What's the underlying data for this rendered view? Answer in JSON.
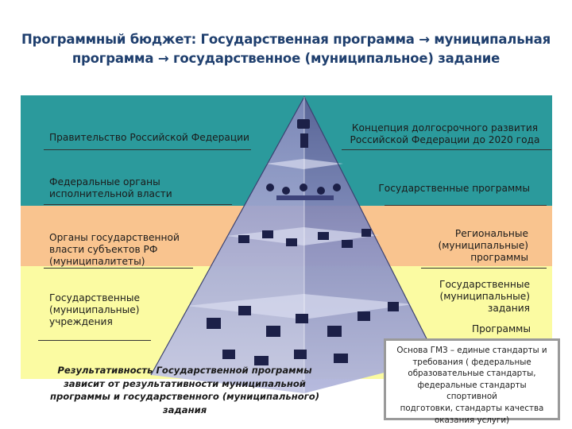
{
  "title": {
    "line1": "Программный бюджет: Государственная программа → муниципальная",
    "line2": "программа → государственное (муниципальное) задание"
  },
  "colors": {
    "teal_band": "#2b9a9c",
    "peach_band": "#f9c48f",
    "yellow_band": "#fbfba2",
    "title_text": "#1f3f6e"
  },
  "left_labels": [
    {
      "lines": [
        "Правительство Российской Федерации"
      ]
    },
    {
      "lines": [
        "Федеральные органы",
        "исполнительной власти"
      ]
    },
    {
      "lines": [
        "Органы государственной",
        "власти субъектов РФ",
        "(муниципалитеты)"
      ]
    },
    {
      "lines": [
        "Государственные",
        "(муниципальные)",
        "учреждения"
      ]
    }
  ],
  "right_labels": [
    {
      "lines": [
        "Концепция долгосрочного развития",
        "Российской Федерации до 2020 года"
      ]
    },
    {
      "lines": [
        "Государственные программы"
      ]
    },
    {
      "lines": [
        "Региональные",
        "(муниципальные)",
        "программы"
      ]
    },
    {
      "lines": [
        "Государственные",
        "(муниципальные)",
        "задания"
      ]
    },
    {
      "lines": [
        "Программы"
      ]
    }
  ],
  "result_text": {
    "lines": [
      "Результативность Государственной программы",
      "зависит от результативности муниципальной",
      "программы и государственного (муниципального)",
      "задания"
    ]
  },
  "note_box": {
    "lines": [
      "Основа ГМЗ – единые стандарты и",
      "требования ( федеральные",
      "образовательные стандарты,",
      "федеральные стандарты спортивной",
      "подготовки, стандарты качества",
      "оказания услуги)"
    ]
  }
}
